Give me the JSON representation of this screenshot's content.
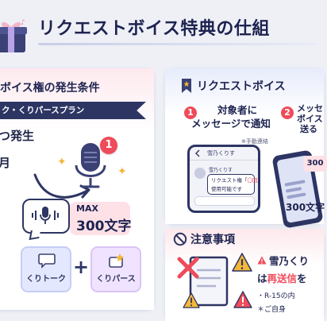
{
  "header": {
    "title": "リクエストボイス特典の仕組",
    "icon": "gift-box-icon"
  },
  "conditions_card": {
    "title": "ボイス権の発生条件",
    "ribbon": "ク・くりパースプラン",
    "occurrence": "つ発生",
    "period": "月",
    "badge": "1",
    "max_label": "MAX",
    "max_value": "300文字",
    "plans": [
      {
        "label": "くりトーク",
        "icon": "chat-bubble-icon"
      },
      {
        "label": "くりパース",
        "icon": "star-icon"
      }
    ],
    "plus": "+"
  },
  "flow_card": {
    "title": "リクエストボイス",
    "step1": {
      "num": "1",
      "line1": "対象者に",
      "line2": "メッセージで通知"
    },
    "manual_note": "※手動連絡",
    "chat": {
      "name": "雪乃くりす",
      "bubble_line1": "リクエスト権「",
      "bubble_highlight": "〇回",
      "bubble_line1_end": "」",
      "bubble_line2": "使用可能です"
    },
    "step2": {
      "num": "2",
      "line1": "メッセ",
      "line2": "ボイス",
      "line3": "送る"
    },
    "bubble_300": "300",
    "chars": "300文字"
  },
  "notice_card": {
    "title": "注意事項",
    "line1": "雪乃くり",
    "line2_red": "再送信",
    "line2_prefix": "は",
    "line2_suffix": "を",
    "line3": "・R-15の内",
    "line4": "＊ご自身"
  },
  "colors": {
    "navy": "#2d3563",
    "accent_red": "#ef4b5a",
    "pink_bg": "#fde1e6",
    "warning_yellow": "#f4b73a"
  }
}
